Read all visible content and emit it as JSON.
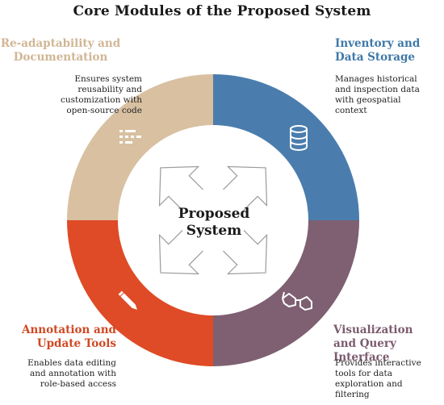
{
  "title": "Core Modules of the Proposed System",
  "center": "Proposed\nSystem",
  "colors": {
    "readapt": "#d8c0a1",
    "inventory": "#4a7dad",
    "visual": "#7e6072",
    "annotation": "#de4b26",
    "readapt_title": "#d1b695",
    "inventory_title": "#3f78a8",
    "visual_title": "#7b5b6d",
    "annotation_title": "#d04822"
  },
  "modules": {
    "readapt": {
      "title": "Re-adaptability and\nDocumentation",
      "desc": "Ensures system\nreusability and\ncustomization with\nopen-source code",
      "icon": "list-icon"
    },
    "inventory": {
      "title": "Inventory and\nData Storage",
      "desc": "Manages historical\nand inspection data\nwith geospatial\ncontext",
      "icon": "database-icon"
    },
    "visual": {
      "title": "Visualization\nand Query Interface",
      "desc": "Provides interactive\ntools for data\nexploration and\nfiltering",
      "icon": "3d-glasses-icon"
    },
    "annotation": {
      "title": "Annotation and\nUpdate Tools",
      "desc": "Enables data editing\nand annotation with\nrole-based access",
      "icon": "pencil-icon"
    }
  }
}
